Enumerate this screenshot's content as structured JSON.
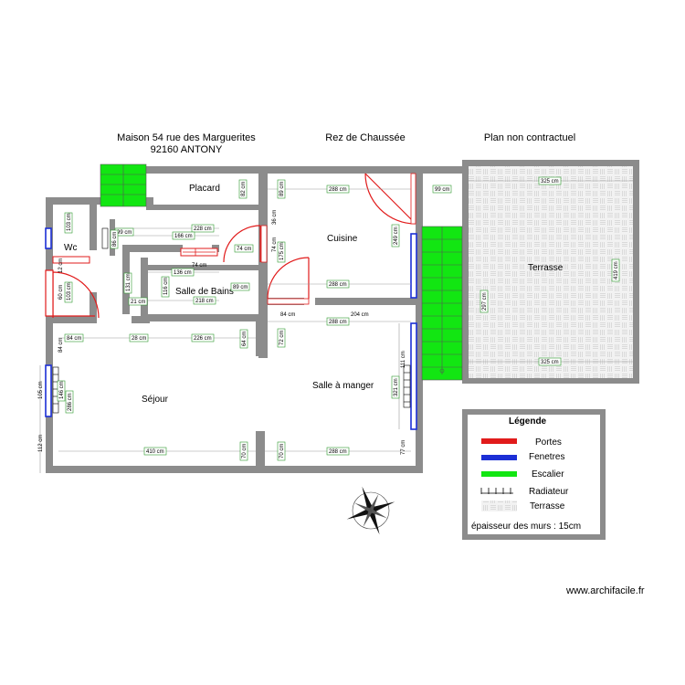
{
  "header": {
    "address_line1": "Maison 54 rue des Marguerites",
    "address_line2": "92160 ANTONY",
    "level": "Rez de Chaussée",
    "notice": "Plan non contractuel"
  },
  "rooms": {
    "placard": "Placard",
    "cuisine": "Cuisine",
    "terrasse": "Terrasse",
    "wc": "Wc",
    "salle_de_bains": "Salle de Bains",
    "sejour": "Séjour",
    "salle_a_manger": "Salle à manger"
  },
  "dimensions": {
    "d_82": "82 cm",
    "d_89": "89 cm",
    "d_288_top": "288 cm",
    "d_99_top": "99 cm",
    "d_325_top": "325 cm",
    "d_103": "103 cm",
    "d_228": "228 cm",
    "d_99_sm": "99 cm",
    "d_166": "166 cm",
    "d_86": "86 cm",
    "d_36": "36 cm",
    "d_74_v": "74 cm",
    "d_175": "175 cm",
    "d_74_door": "74 cm",
    "d_249": "249 cm",
    "d_419": "419 cm",
    "d_12": "12 cm",
    "d_74_h": "74 cm",
    "d_136": "136 cm",
    "d_131": "131 cm",
    "d_116": "116 cm",
    "d_218": "218 cm",
    "d_89_b": "89 cm",
    "d_288_mid": "288 cm",
    "d_297": "297 cm",
    "d_60": "60 cm",
    "d_103_b": "103 cm",
    "d_21": "21 cm",
    "d_84_a": "84 cm",
    "d_204": "204 cm",
    "d_288_c": "288 cm",
    "d_84_b": "84 cm",
    "d_84_c": "84 cm",
    "d_28": "28 cm",
    "d_226": "226 cm",
    "d_64": "64 cm",
    "d_72": "72 cm",
    "d_325_bot": "325 cm",
    "d_111": "111 cm",
    "d_105": "105 cm",
    "d_146": "146 cm",
    "d_286": "286 cm",
    "d_321": "321 cm",
    "d_112": "112 cm",
    "d_410": "410 cm",
    "d_70_a": "70 cm",
    "d_70_b": "70 cm",
    "d_288_bot": "288 cm",
    "d_77": "77 cm"
  },
  "legend": {
    "title": "Légende",
    "items": [
      {
        "label": "Portes",
        "color": "#e11b1b",
        "kind": "line"
      },
      {
        "label": "Fenetres",
        "color": "#1c2fd6",
        "kind": "line"
      },
      {
        "label": "Escalier",
        "color": "#12e612",
        "kind": "line"
      },
      {
        "label": "Radiateur",
        "color": "#000000",
        "kind": "radiator"
      },
      {
        "label": "Terrasse",
        "color": "#d9d9d9",
        "kind": "terrace"
      }
    ],
    "wall_thickness": "épaisseur des murs : 15cm"
  },
  "colors": {
    "wall": "#8c8c8c",
    "door": "#e11b1b",
    "window": "#1c2fd6",
    "stairs": "#12e612",
    "terrace": "#ececec",
    "dimension_box": "#2e9a2e"
  },
  "icons": {
    "compass": "compass-rose-icon"
  },
  "website": "www.archifacile.fr"
}
